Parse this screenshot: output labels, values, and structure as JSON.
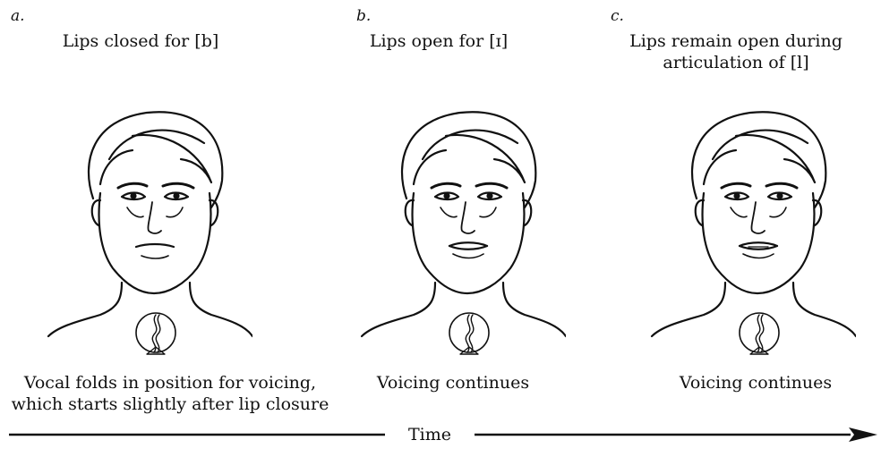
{
  "panels": [
    {
      "letter": "a.",
      "title": "Lips closed for [b]",
      "caption": "Vocal folds in position for voicing,\nwhich starts slightly after lip closure",
      "mouth": "closed"
    },
    {
      "letter": "b.",
      "title": "Lips open for [ɪ]",
      "caption": "Voicing continues",
      "mouth": "open"
    },
    {
      "letter": "c.",
      "title": "Lips remain open during\narticulation of [l]",
      "caption": "Voicing continues",
      "mouth": "open-teeth"
    }
  ],
  "timeline": {
    "label": "Time"
  },
  "colors": {
    "ink": "#111111",
    "background": "#ffffff"
  }
}
